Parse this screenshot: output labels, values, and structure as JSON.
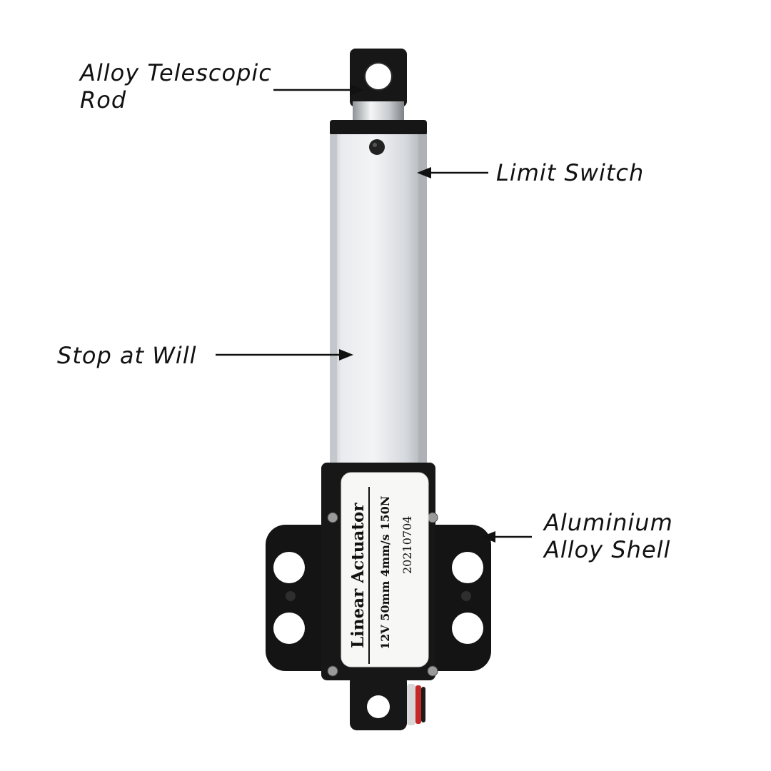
{
  "callouts": {
    "rod": {
      "line1": "Alloy Telescopic",
      "line2": "Rod"
    },
    "limit_switch": "Limit Switch",
    "stop": "Stop at Will",
    "shell": {
      "line1": "Aluminium",
      "line2": "Alloy Shell"
    }
  },
  "label_plate": {
    "title": "Linear Actuator",
    "spec": "12V 50mm 4mm/s 150N",
    "date": "20210704"
  },
  "colors": {
    "background": "#ffffff",
    "text": "#111111",
    "body_silver": "#d9dcdf",
    "housing_black": "#151515",
    "label_white": "#f7f7f5",
    "wire_red": "#c62828"
  }
}
